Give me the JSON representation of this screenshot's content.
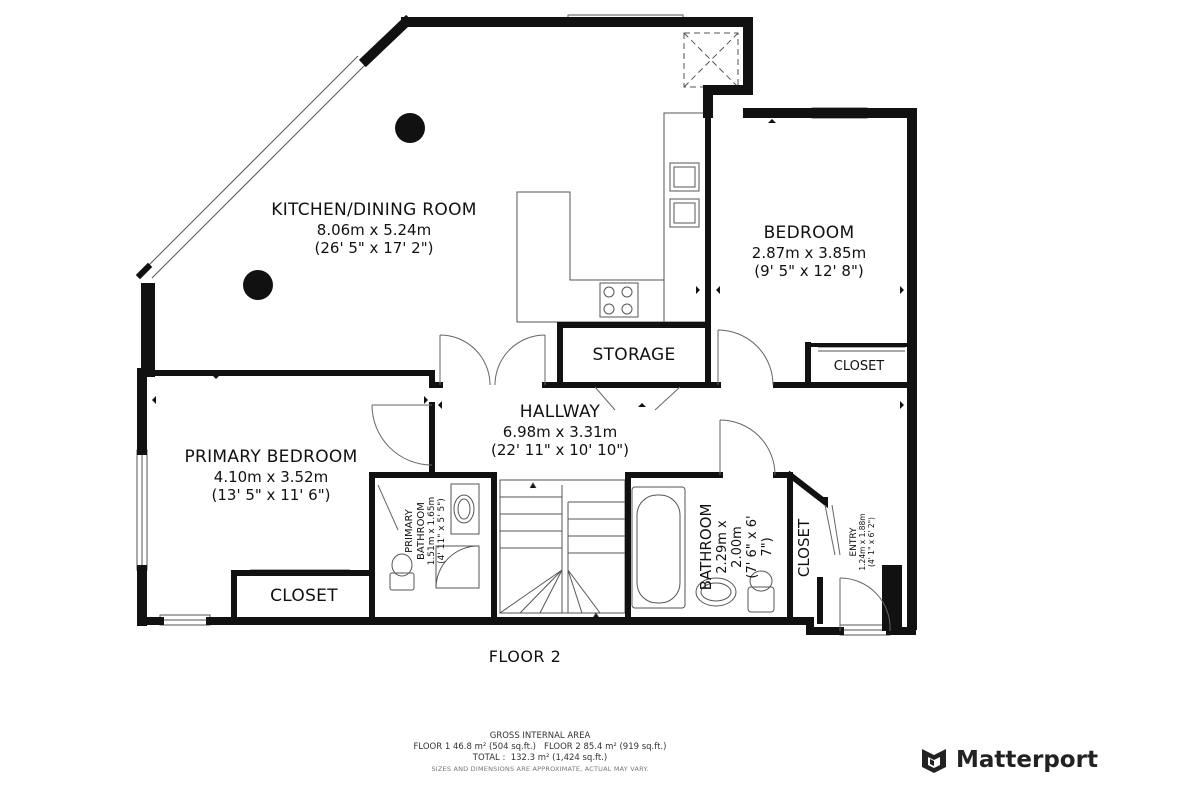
{
  "rooms": {
    "kitchen": {
      "name": "KITCHEN/DINING ROOM",
      "metric": "8.06m x 5.24m",
      "imperial": "(26' 5\" x 17' 2\")"
    },
    "bedroom": {
      "name": "BEDROOM",
      "metric": "2.87m x 3.85m",
      "imperial": "(9' 5\" x 12' 8\")"
    },
    "storage": {
      "name": "STORAGE"
    },
    "closet_bedroom": {
      "name": "CLOSET"
    },
    "hallway": {
      "name": "HALLWAY",
      "metric": "6.98m x 3.31m",
      "imperial": "(22' 11\" x 10' 10\")"
    },
    "primary_bedroom": {
      "name": "PRIMARY BEDROOM",
      "metric": "4.10m x 3.52m",
      "imperial": "(13' 5\" x 11' 6\")"
    },
    "primary_bathroom": {
      "name_line1": "PRIMARY",
      "name_line2": "BATHROOM",
      "metric": "1.51m x 1.65m",
      "imperial": "(4' 11\" x 5' 5\")"
    },
    "closet_primary": {
      "name": "CLOSET"
    },
    "bathroom": {
      "name": "BATHROOM",
      "metric": "2.29m x",
      "metric2": "2.00m",
      "imperial": "(7' 6\" x 6'",
      "imperial2": "7\")"
    },
    "closet_hall": {
      "name": "CLOSET"
    },
    "entry": {
      "name": "ENTRY",
      "metric": "1.24m x 1.88m",
      "imperial": "(4' 1\" x 6' 2\")"
    }
  },
  "floor_label": "FLOOR 2",
  "area": {
    "title": "GROSS INTERNAL AREA",
    "line1": "FLOOR 1 46.8 m² (504 sq.ft.)   FLOOR 2 85.4 m² (919 sq.ft.)",
    "line2": "TOTAL :  132.3 m² (1,424 sq.ft.)",
    "disclaimer": "SIZES AND DIMENSIONS ARE APPROXIMATE, ACTUAL MAY VARY."
  },
  "brand": {
    "name": "Matterport",
    "icon": "matterport-logo-icon",
    "color": "#222222"
  },
  "colors": {
    "wall": "#111111",
    "fixture": "#444444",
    "background": "#ffffff"
  }
}
